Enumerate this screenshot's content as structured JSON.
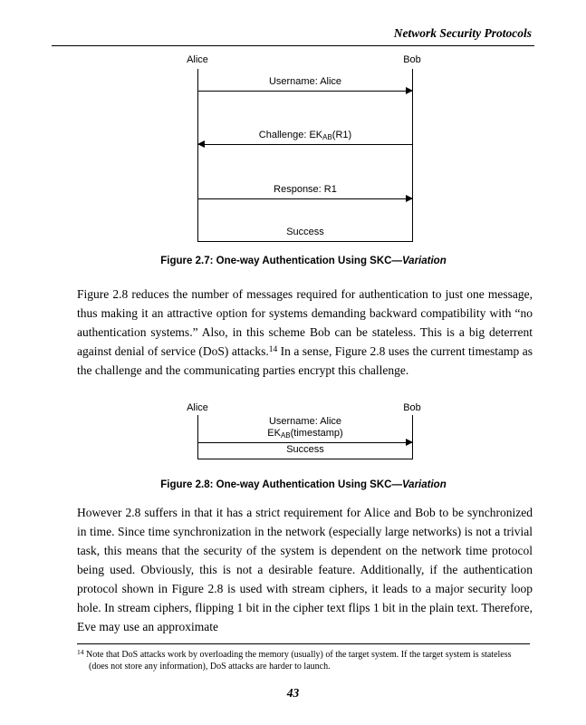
{
  "header": {
    "title": "Network Security Protocols"
  },
  "fig27": {
    "actor_left": "Alice",
    "actor_right": "Bob",
    "msg1": "Username: Alice",
    "msg2_prefix": "Challenge: EK",
    "msg2_sub": "AB",
    "msg2_suffix": "(R1)",
    "msg3": "Response: R1",
    "msg4": "Success",
    "caption_main": "Figure 2.7: One-way Authentication Using SKC—",
    "caption_emph": "Variation"
  },
  "para1": {
    "before_ref": "Figure 2.8 reduces the number of messages required for authentication to just one message, thus making it an attractive option for systems demanding backward compatibility with “no authentication systems.” Also, in this scheme Bob can be stateless. This is a big deterrent against denial of service (DoS) attacks.",
    "ref": "14",
    "after_ref": " In a sense, Figure 2.8 uses the current timestamp as the challenge and the communicating parties encrypt this challenge."
  },
  "fig28": {
    "actor_left": "Alice",
    "actor_right": "Bob",
    "msg1_line1": "Username: Alice",
    "msg1_prefix": "EK",
    "msg1_sub": "AB",
    "msg1_suffix": "(timestamp)",
    "msg2": "Success",
    "caption_main": "Figure 2.8: One-way Authentication Using SKC—",
    "caption_emph": "Variation"
  },
  "para2": "However 2.8 suffers in that it has a strict requirement for Alice and Bob to be synchronized in time. Since time synchronization in the network (especially large networks) is not a trivial task, this means that the security of the system is dependent on the network time protocol being used. Obviously, this is not a desirable feature. Additionally, if the authentication protocol shown in Figure 2.8 is used with stream ciphers, it leads to a major security loop hole. In stream ciphers, flipping 1 bit in the cipher text flips 1 bit in the plain text. Therefore, Eve may use an approximate",
  "footnote": {
    "ref": "14",
    "text": " Note that DoS attacks work by overloading the memory (usually) of the target system. If the target system is stateless (does not store any information), DoS attacks are harder to launch."
  },
  "page_number": "43"
}
